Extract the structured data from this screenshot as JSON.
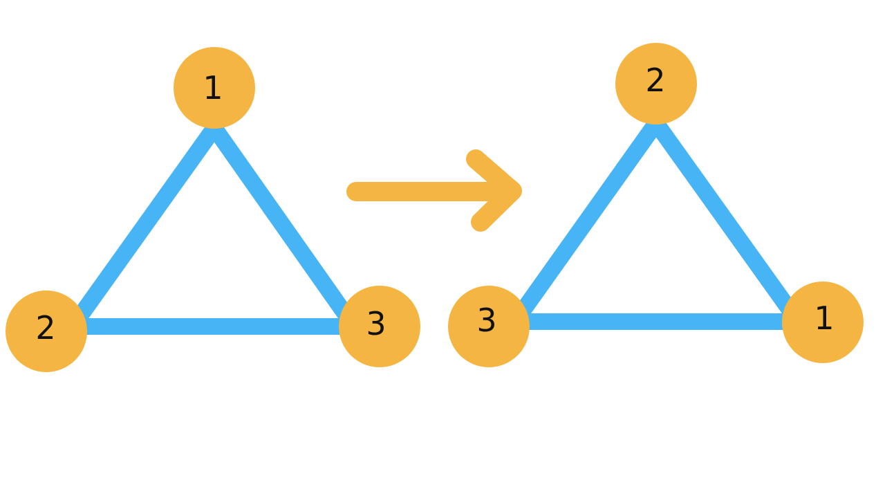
{
  "colors": {
    "edge": "#47b5f5",
    "node": "#f4b543",
    "arrow": "#f4b543",
    "label": "#111111",
    "background": "#ffffff"
  },
  "left_graph": {
    "nodes": [
      {
        "id": "top",
        "label": "1"
      },
      {
        "id": "bottom-left",
        "label": "2"
      },
      {
        "id": "bottom-right",
        "label": "3"
      }
    ],
    "edges": [
      [
        "top",
        "bottom-left"
      ],
      [
        "top",
        "bottom-right"
      ],
      [
        "bottom-left",
        "bottom-right"
      ]
    ]
  },
  "right_graph": {
    "nodes": [
      {
        "id": "top",
        "label": "2"
      },
      {
        "id": "bottom-left",
        "label": "3"
      },
      {
        "id": "bottom-right",
        "label": "1"
      }
    ],
    "edges": [
      [
        "top",
        "bottom-left"
      ],
      [
        "top",
        "bottom-right"
      ],
      [
        "bottom-left",
        "bottom-right"
      ]
    ]
  },
  "arrow": {
    "direction": "right"
  }
}
